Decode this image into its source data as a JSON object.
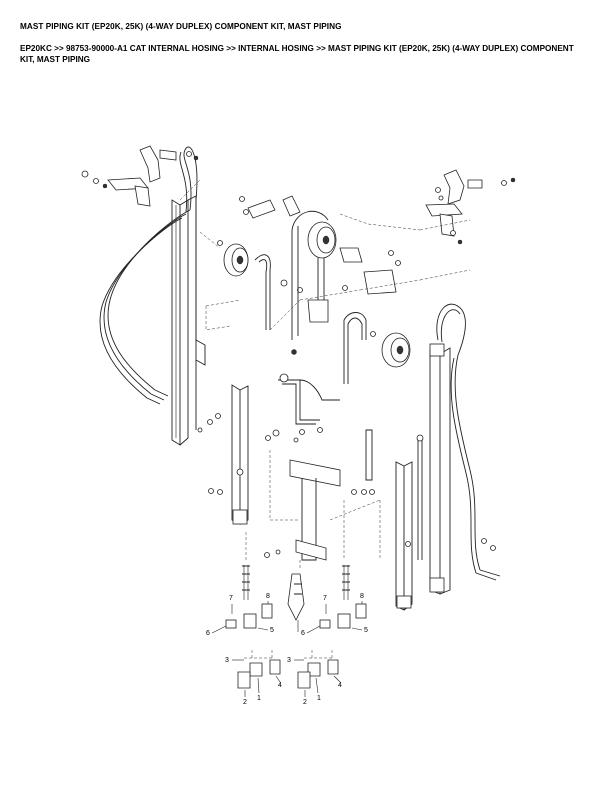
{
  "header": {
    "title": "MAST PIPING KIT (EP20K, 25K) (4-WAY DUPLEX) COMPONENT KIT, MAST PIPING",
    "breadcrumb": "EP20KC >> 98753-90000-A1 CAT INTERNAL HOSING >> INTERNAL HOSING >> MAST PIPING KIT (EP20K, 25K) (4-WAY DUPLEX) COMPONENT KIT, MAST PIPING"
  },
  "callouts": {
    "left_group": [
      "7",
      "8",
      "6",
      "5",
      "3",
      "4",
      "2",
      "1"
    ],
    "right_group": [
      "7",
      "8",
      "6",
      "5",
      "3",
      "4",
      "2",
      "1"
    ]
  }
}
